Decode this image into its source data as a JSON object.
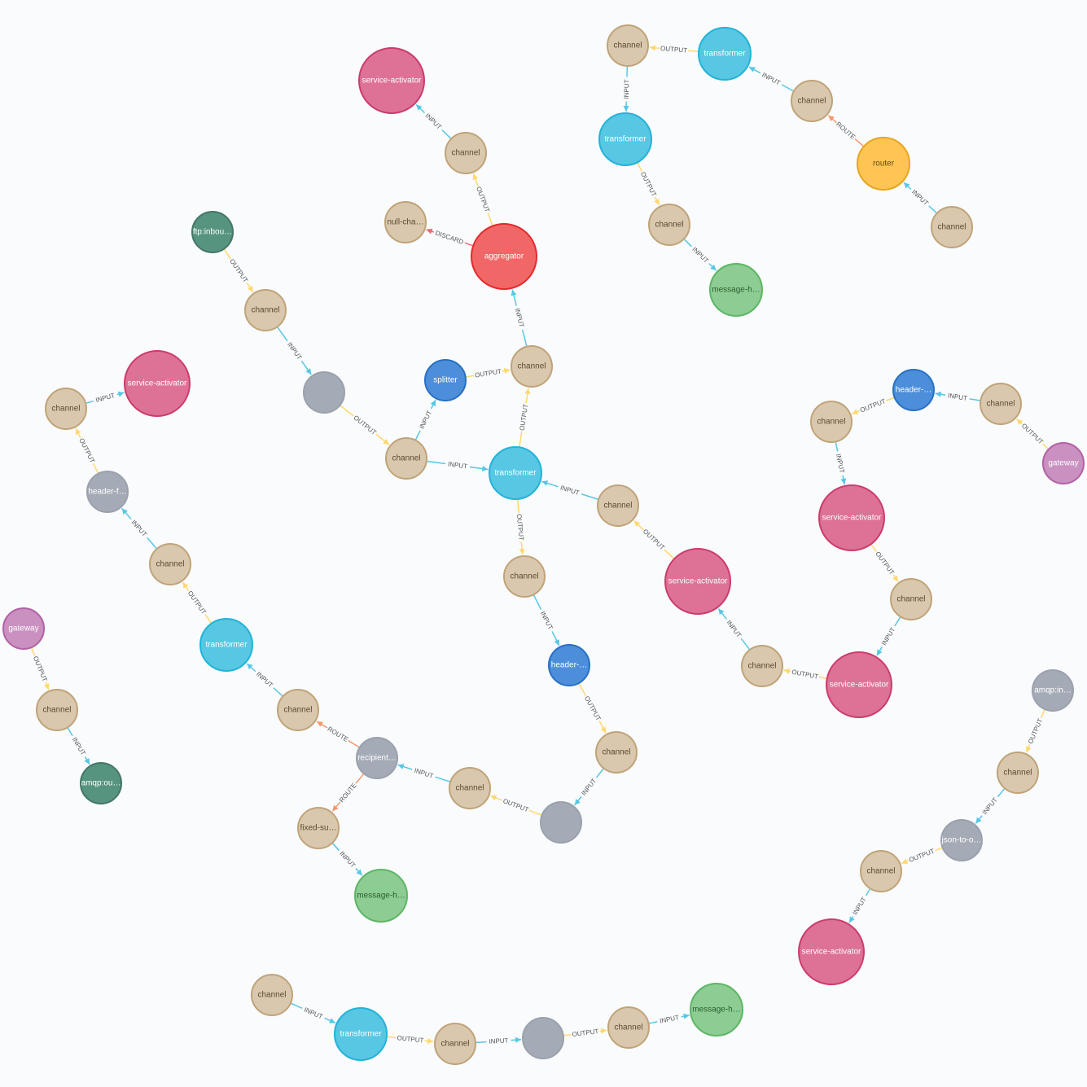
{
  "colors": {
    "channel": {
      "fill": "#d9c8ae",
      "stroke": "#c0a378",
      "text": "#5c4a2e"
    },
    "service-activator": {
      "fill": "#de7196",
      "stroke": "#ca3c6c",
      "text": "#ffffff"
    },
    "transformer": {
      "fill": "#57c7e3",
      "stroke": "#23b3d7",
      "text": "#ffffff"
    },
    "router": {
      "fill": "#ffc454",
      "stroke": "#e6a61f",
      "text": "#604a0e"
    },
    "aggregator": {
      "fill": "#f16667",
      "stroke": "#e22a2c",
      "text": "#ffffff"
    },
    "splitter": {
      "fill": "#4c8eda",
      "stroke": "#2870c2",
      "text": "#ffffff"
    },
    "header": {
      "fill": "#4c8eda",
      "stroke": "#2870c2",
      "text": "#ffffff"
    },
    "gateway": {
      "fill": "#c990c0",
      "stroke": "#b261a5",
      "text": "#ffffff"
    },
    "message-handler": {
      "fill": "#8dcc93",
      "stroke": "#5db665",
      "text": "#2a6030"
    },
    "adapter": {
      "fill": "#569480",
      "stroke": "#447666",
      "text": "#ffffff"
    },
    "grey": {
      "fill": "#a5abb6",
      "stroke": "#9aa1ac",
      "text": "#ffffff"
    },
    "edge": {
      "INPUT": "#57c7e3",
      "OUTPUT": "#ffd86e",
      "ROUTE": "#f79767",
      "DISCARD": "#f16667"
    }
  },
  "nodes": [
    {
      "id": "n1",
      "label": "channel",
      "type": "channel"
    },
    {
      "id": "n2",
      "label": "transformer",
      "type": "transformer"
    },
    {
      "id": "n3",
      "label": "channel",
      "type": "channel"
    },
    {
      "id": "n4",
      "label": "router",
      "type": "router"
    },
    {
      "id": "n5",
      "label": "channel",
      "type": "channel"
    },
    {
      "id": "n6",
      "label": "transformer",
      "type": "transformer"
    },
    {
      "id": "n7",
      "label": "channel",
      "type": "channel"
    },
    {
      "id": "n8",
      "label": "message-h…",
      "type": "message-handler"
    },
    {
      "id": "n9",
      "label": "service-activator",
      "type": "service-activator"
    },
    {
      "id": "n10",
      "label": "channel",
      "type": "channel"
    },
    {
      "id": "n11",
      "label": "null-cha…",
      "type": "channel"
    },
    {
      "id": "n12",
      "label": "aggregator",
      "type": "aggregator"
    },
    {
      "id": "n13",
      "label": "ftp:inbou…",
      "type": "adapter"
    },
    {
      "id": "n14",
      "label": "channel",
      "type": "channel"
    },
    {
      "id": "n15",
      "label": "",
      "type": "grey"
    },
    {
      "id": "n16",
      "label": "channel",
      "type": "channel"
    },
    {
      "id": "n17",
      "label": "splitter",
      "type": "splitter"
    },
    {
      "id": "n18",
      "label": "channel",
      "type": "channel"
    },
    {
      "id": "n19",
      "label": "transformer",
      "type": "transformer"
    },
    {
      "id": "n20",
      "label": "channel",
      "type": "channel"
    },
    {
      "id": "n21",
      "label": "service-activator",
      "type": "service-activator"
    },
    {
      "id": "n22",
      "label": "channel",
      "type": "channel"
    },
    {
      "id": "n23",
      "label": "header-…",
      "type": "header"
    },
    {
      "id": "n24",
      "label": "channel",
      "type": "channel"
    },
    {
      "id": "n25",
      "label": "",
      "type": "grey"
    },
    {
      "id": "n26",
      "label": "channel",
      "type": "channel"
    },
    {
      "id": "n27",
      "label": "recipient…",
      "type": "grey"
    },
    {
      "id": "n28",
      "label": "channel",
      "type": "channel"
    },
    {
      "id": "n29",
      "label": "fixed-su…",
      "type": "channel"
    },
    {
      "id": "n30",
      "label": "message-h…",
      "type": "message-handler"
    },
    {
      "id": "n31",
      "label": "transformer",
      "type": "transformer"
    },
    {
      "id": "n32",
      "label": "channel",
      "type": "channel"
    },
    {
      "id": "n33",
      "label": "header-f…",
      "type": "grey"
    },
    {
      "id": "n34",
      "label": "channel",
      "type": "channel"
    },
    {
      "id": "n35",
      "label": "service-activator",
      "type": "service-activator"
    },
    {
      "id": "n36",
      "label": "gateway",
      "type": "gateway"
    },
    {
      "id": "n37",
      "label": "channel",
      "type": "channel"
    },
    {
      "id": "n38",
      "label": "amqp:ou…",
      "type": "adapter"
    },
    {
      "id": "n39",
      "label": "gateway",
      "type": "gateway"
    },
    {
      "id": "n40",
      "label": "channel",
      "type": "channel"
    },
    {
      "id": "n41",
      "label": "header-…",
      "type": "header"
    },
    {
      "id": "n42",
      "label": "channel",
      "type": "channel"
    },
    {
      "id": "n43",
      "label": "service-activator",
      "type": "service-activator"
    },
    {
      "id": "n44",
      "label": "channel",
      "type": "channel"
    },
    {
      "id": "n45",
      "label": "service-activator",
      "type": "service-activator"
    },
    {
      "id": "n46",
      "label": "channel",
      "type": "channel"
    },
    {
      "id": "n47",
      "label": "amqp:in…",
      "type": "grey"
    },
    {
      "id": "n48",
      "label": "channel",
      "type": "channel"
    },
    {
      "id": "n49",
      "label": "json-to-o…",
      "type": "grey"
    },
    {
      "id": "n50",
      "label": "channel",
      "type": "channel"
    },
    {
      "id": "n51",
      "label": "service-activator",
      "type": "service-activator"
    },
    {
      "id": "n52",
      "label": "channel",
      "type": "channel"
    },
    {
      "id": "n53",
      "label": "transformer",
      "type": "transformer"
    },
    {
      "id": "n54",
      "label": "channel",
      "type": "channel"
    },
    {
      "id": "n55",
      "label": "",
      "type": "grey"
    },
    {
      "id": "n56",
      "label": "channel",
      "type": "channel"
    },
    {
      "id": "n57",
      "label": "message-h…",
      "type": "message-handler"
    }
  ],
  "edges": [
    {
      "from": "n2",
      "to": "n1",
      "label": "OUTPUT"
    },
    {
      "from": "n3",
      "to": "n2",
      "label": "INPUT"
    },
    {
      "from": "n4",
      "to": "n3",
      "label": "ROUTE"
    },
    {
      "from": "n5",
      "to": "n4",
      "label": "INPUT"
    },
    {
      "from": "n1",
      "to": "n6",
      "label": "INPUT"
    },
    {
      "from": "n6",
      "to": "n7",
      "label": "OUTPUT"
    },
    {
      "from": "n7",
      "to": "n8",
      "label": "INPUT"
    },
    {
      "from": "n10",
      "to": "n9",
      "label": "INPUT"
    },
    {
      "from": "n12",
      "to": "n10",
      "label": "OUTPUT"
    },
    {
      "from": "n12",
      "to": "n11",
      "label": "DISCARD"
    },
    {
      "from": "n18",
      "to": "n12",
      "label": "INPUT"
    },
    {
      "from": "n13",
      "to": "n14",
      "label": "OUTPUT"
    },
    {
      "from": "n14",
      "to": "n15",
      "label": "INPUT"
    },
    {
      "from": "n15",
      "to": "n16",
      "label": "OUTPUT"
    },
    {
      "from": "n16",
      "to": "n17",
      "label": "INPUT"
    },
    {
      "from": "n17",
      "to": "n18",
      "label": "OUTPUT"
    },
    {
      "from": "n16",
      "to": "n19",
      "label": "INPUT"
    },
    {
      "from": "n19",
      "to": "n18",
      "label": "OUTPUT"
    },
    {
      "from": "n20",
      "to": "n19",
      "label": "INPUT"
    },
    {
      "from": "n21",
      "to": "n20",
      "label": "OUTPUT"
    },
    {
      "from": "n19",
      "to": "n22",
      "label": "OUTPUT"
    },
    {
      "from": "n22",
      "to": "n23",
      "label": "INPUT"
    },
    {
      "from": "n23",
      "to": "n24",
      "label": "OUTPUT"
    },
    {
      "from": "n24",
      "to": "n25",
      "label": "INPUT"
    },
    {
      "from": "n25",
      "to": "n26",
      "label": "OUTPUT"
    },
    {
      "from": "n26",
      "to": "n27",
      "label": "INPUT"
    },
    {
      "from": "n27",
      "to": "n28",
      "label": "ROUTE"
    },
    {
      "from": "n27",
      "to": "n29",
      "label": "ROUTE"
    },
    {
      "from": "n29",
      "to": "n30",
      "label": "INPUT"
    },
    {
      "from": "n28",
      "to": "n31",
      "label": "INPUT"
    },
    {
      "from": "n31",
      "to": "n32",
      "label": "OUTPUT"
    },
    {
      "from": "n32",
      "to": "n33",
      "label": "INPUT"
    },
    {
      "from": "n33",
      "to": "n34",
      "label": "OUTPUT"
    },
    {
      "from": "n34",
      "to": "n35",
      "label": "INPUT"
    },
    {
      "from": "n36",
      "to": "n37",
      "label": "OUTPUT"
    },
    {
      "from": "n37",
      "to": "n38",
      "label": "INPUT"
    },
    {
      "from": "n39",
      "to": "n40",
      "label": "OUTPUT"
    },
    {
      "from": "n40",
      "to": "n41",
      "label": "INPUT"
    },
    {
      "from": "n41",
      "to": "n42",
      "label": "OUTPUT"
    },
    {
      "from": "n42",
      "to": "n43",
      "label": "INPUT"
    },
    {
      "from": "n43",
      "to": "n44",
      "label": "OUTPUT"
    },
    {
      "from": "n44",
      "to": "n45",
      "label": "INPUT"
    },
    {
      "from": "n45",
      "to": "n46",
      "label": "OUTPUT"
    },
    {
      "from": "n46",
      "to": "n21",
      "label": "INPUT"
    },
    {
      "from": "n47",
      "to": "n48",
      "label": "OUTPUT"
    },
    {
      "from": "n48",
      "to": "n49",
      "label": "INPUT"
    },
    {
      "from": "n49",
      "to": "n50",
      "label": "OUTPUT"
    },
    {
      "from": "n50",
      "to": "n51",
      "label": "INPUT"
    },
    {
      "from": "n52",
      "to": "n53",
      "label": "INPUT"
    },
    {
      "from": "n53",
      "to": "n54",
      "label": "OUTPUT"
    },
    {
      "from": "n54",
      "to": "n55",
      "label": "INPUT"
    },
    {
      "from": "n55",
      "to": "n56",
      "label": "OUTPUT"
    },
    {
      "from": "n56",
      "to": "n57",
      "label": "INPUT"
    }
  ]
}
